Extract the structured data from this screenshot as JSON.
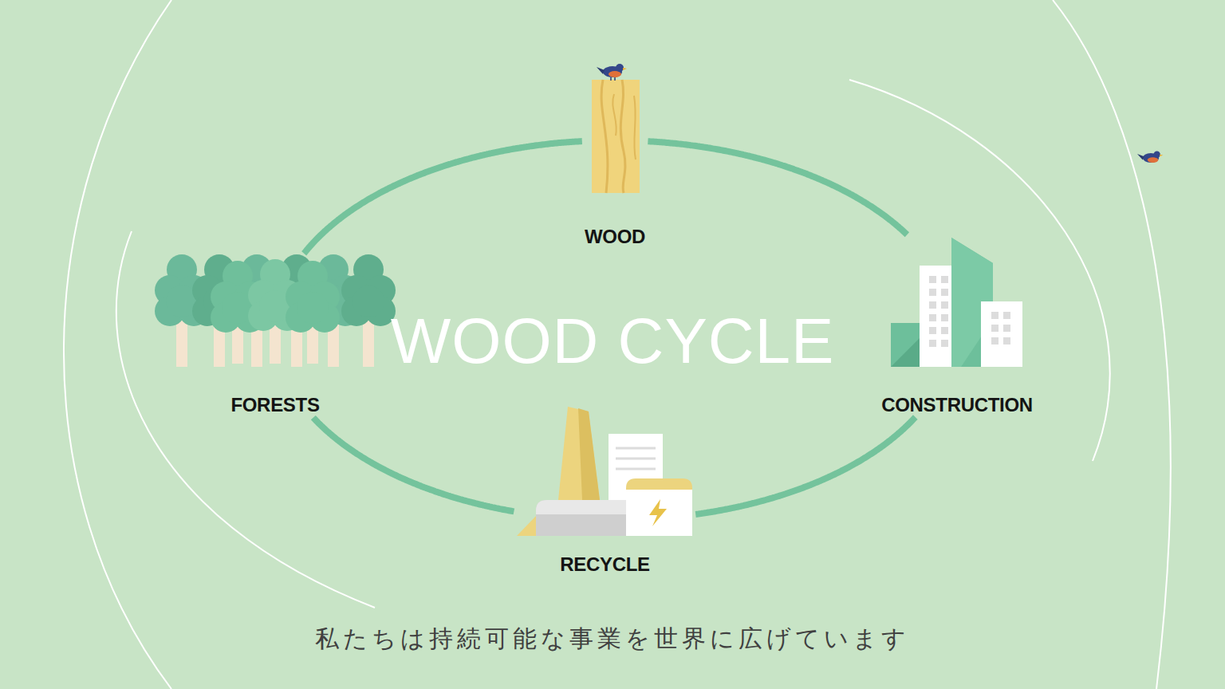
{
  "diagram": {
    "title": "WOOD CYCLE",
    "caption": "私たちは持続可能な事業を世界に広げています",
    "nodes": [
      {
        "text": [
          "WOOD"
        ]
      },
      {
        "text": [
          "CONSTRUCTION"
        ]
      },
      {
        "text": [
          "RECYCLE"
        ]
      },
      {
        "text": [
          "FORESTS"
        ]
      }
    ],
    "edges": [
      {
        "from": 0,
        "to": 1,
        "arrow": "none"
      },
      {
        "from": 1,
        "to": 2,
        "arrow": "none"
      },
      {
        "from": 2,
        "to": 3,
        "arrow": "none"
      },
      {
        "from": 3,
        "to": 0,
        "arrow": "none"
      }
    ]
  }
}
